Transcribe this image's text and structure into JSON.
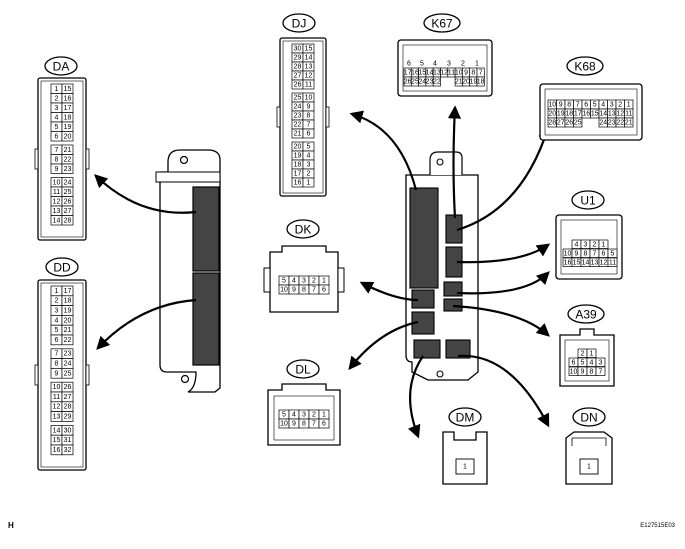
{
  "footer": {
    "corner_letter": "H",
    "reference_code": "E127515E03"
  },
  "connectors": {
    "DA": {
      "label": "DA",
      "left": [
        "1",
        "2",
        "3",
        "4",
        "5",
        "6",
        "7",
        "8",
        "9",
        "10",
        "11",
        "12",
        "13",
        "14"
      ],
      "right": [
        "15",
        "16",
        "17",
        "18",
        "19",
        "20",
        "21",
        "22",
        "23",
        "24",
        "25",
        "26",
        "27",
        "28"
      ]
    },
    "DD": {
      "label": "DD",
      "left": [
        "1",
        "2",
        "3",
        "4",
        "5",
        "6",
        "7",
        "8",
        "9",
        "10",
        "11",
        "12",
        "13",
        "14",
        "15",
        "16"
      ],
      "right": [
        "17",
        "18",
        "19",
        "20",
        "21",
        "22",
        "23",
        "24",
        "25",
        "26",
        "27",
        "28",
        "29",
        "30",
        "31",
        "32"
      ]
    },
    "DJ": {
      "label": "DJ",
      "left": [
        "30",
        "29",
        "28",
        "27",
        "26",
        "25",
        "24",
        "23",
        "22",
        "21",
        "20",
        "19",
        "18",
        "17",
        "16"
      ],
      "right": [
        "15",
        "14",
        "13",
        "12",
        "11",
        "10",
        "9",
        "8",
        "7",
        "6",
        "5",
        "4",
        "3",
        "2",
        "1"
      ]
    },
    "K67": {
      "label": "K67",
      "row1": [
        "6",
        "5",
        "4",
        "3",
        "2",
        "1"
      ],
      "row2": [
        "17",
        "16",
        "15",
        "14",
        "13",
        "12",
        "11",
        "10",
        "9",
        "8",
        "7"
      ],
      "row3": [
        "26",
        "25",
        "24",
        "23",
        "22",
        "21",
        "20",
        "19",
        "18"
      ]
    },
    "K68": {
      "label": "K68",
      "row1": [
        "10",
        "9",
        "8",
        "7",
        "6",
        "5",
        "4",
        "3",
        "2",
        "1"
      ],
      "row2": [
        "20",
        "19",
        "18",
        "17",
        "16",
        "15",
        "14",
        "13",
        "12",
        "11"
      ],
      "row3": [
        "28",
        "27",
        "26",
        "25",
        "24",
        "23",
        "22",
        "21"
      ]
    },
    "DK": {
      "label": "DK",
      "row1": [
        "5",
        "4",
        "3",
        "2",
        "1"
      ],
      "row2": [
        "10",
        "9",
        "8",
        "7",
        "6"
      ]
    },
    "U1": {
      "label": "U1",
      "row1": [
        "4",
        "3",
        "2",
        "1"
      ],
      "row2": [
        "10",
        "9",
        "8",
        "7",
        "6",
        "5"
      ],
      "row3": [
        "16",
        "15",
        "14",
        "13",
        "12",
        "11"
      ]
    },
    "A39": {
      "label": "A39",
      "row1": [
        "2",
        "1"
      ],
      "row2": [
        "6",
        "5",
        "4",
        "3"
      ],
      "row3": [
        "10",
        "9",
        "8",
        "7"
      ]
    },
    "DL": {
      "label": "DL",
      "row1": [
        "5",
        "4",
        "3",
        "2",
        "1"
      ],
      "row2": [
        "10",
        "9",
        "8",
        "7",
        "6"
      ]
    },
    "DM": {
      "label": "DM",
      "pin": "1"
    },
    "DN": {
      "label": "DN",
      "pin": "1"
    }
  }
}
